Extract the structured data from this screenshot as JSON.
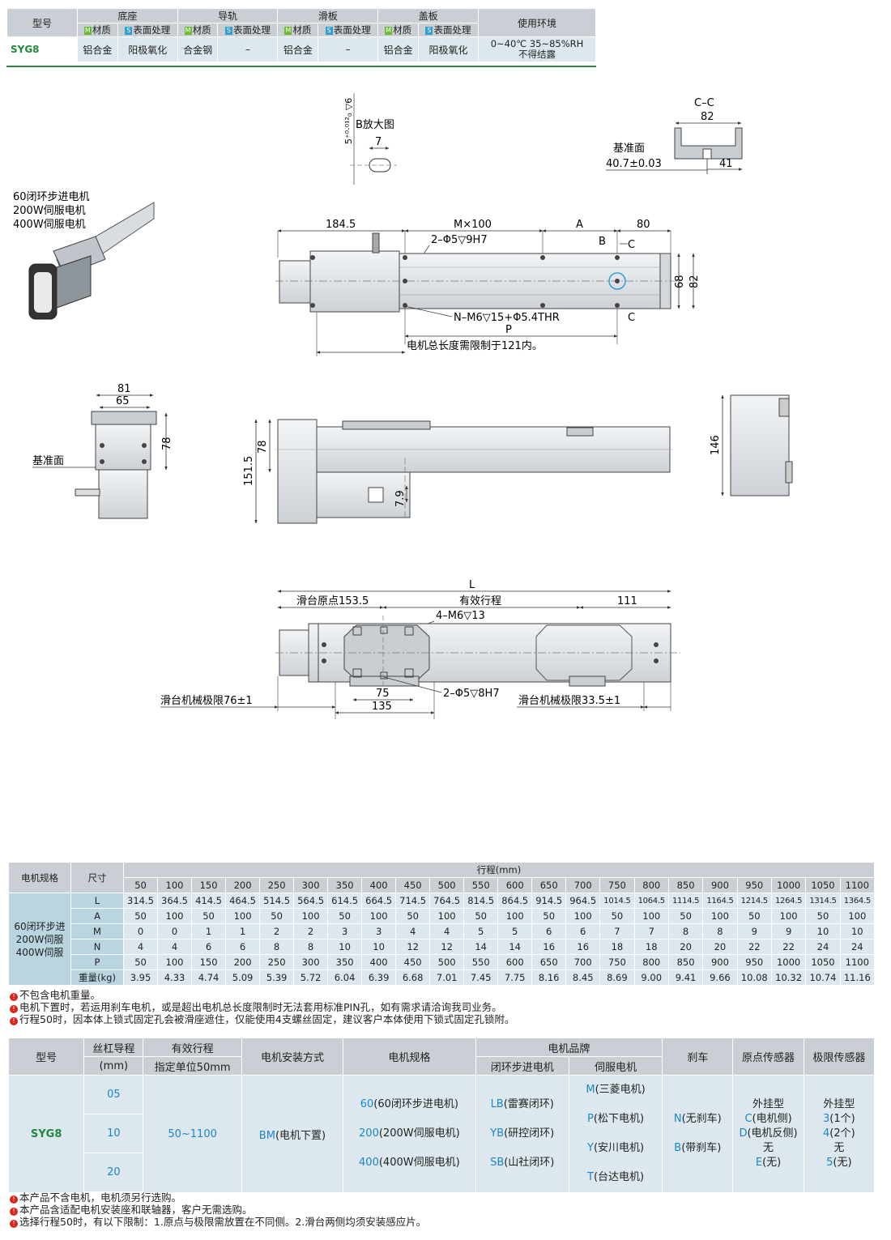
{
  "spec_table": {
    "h_model": "型号",
    "h_base": "底座",
    "h_rail": "导轨",
    "h_slider": "滑板",
    "h_cover": "盖板",
    "h_env": "使用环境",
    "tag_m": "M",
    "tag_s": "S",
    "h_material": "材质",
    "h_surface": "表面处理",
    "model": "SYG8",
    "base_material": "铝合金",
    "base_surface": "阳极氧化",
    "rail_material": "合金钢",
    "rail_surface": "–",
    "slider_material": "铝合金",
    "slider_surface": "–",
    "cover_material": "铝合金",
    "cover_surface": "阳极氧化",
    "env_line1": "0~40℃  35~85%RH",
    "env_line2": "不得结露"
  },
  "drawing": {
    "b_detail_title": "B放大图",
    "b_dim_7": "7",
    "b_dim_tol": "5⁺⁰·⁰¹²₀ ▽6",
    "cc_title": "C–C",
    "cc_82": "82",
    "cc_ref": "基准面",
    "cc_407": "40.7±0.03",
    "cc_41": "41",
    "motor_label_1": "60闭环步进电机",
    "motor_label_2": "200W伺服电机",
    "motor_label_3": "400W伺服电机",
    "top_1845": "184.5",
    "top_m100": "M×100",
    "top_a": "A",
    "top_80": "80",
    "top_b": "B",
    "top_c": "C",
    "top_pin": "2–Φ5▽9H7",
    "top_68": "68",
    "top_82": "82",
    "top_thread": "N–M6▽15+Φ5.4THR",
    "top_c2": "C",
    "top_p": "P",
    "top_limit_note": "电机总长度需限制于121内。",
    "left_81": "81",
    "left_65": "65",
    "left_78": "78",
    "left_ref": "基准面",
    "side_1515": "151.5",
    "side_78": "78",
    "side_79": "7.9",
    "right_146": "146",
    "bot_l": "L",
    "bot_origin": "滑台原点153.5",
    "bot_stroke": "有效行程",
    "bot_111": "111",
    "bot_m6": "4–M6▽13",
    "bot_75": "75",
    "bot_pin": "2–Φ5▽8H7",
    "bot_135": "135",
    "bot_limit_left": "滑台机械极限76±1",
    "bot_limit_right": "滑台机械极限33.5±1"
  },
  "stroke_table": {
    "h_motor": "电机规格",
    "h_size": "尺寸",
    "h_stroke": "行程(mm)",
    "strokes": [
      "50",
      "100",
      "150",
      "200",
      "250",
      "300",
      "350",
      "400",
      "450",
      "500",
      "550",
      "600",
      "650",
      "700",
      "750",
      "800",
      "850",
      "900",
      "950",
      "1000",
      "1050",
      "1100"
    ],
    "motor_1": "60闭环步进",
    "motor_2": "200W伺服",
    "motor_3": "400W伺服",
    "rows": [
      {
        "label": "L",
        "values": [
          "314.5",
          "364.5",
          "414.5",
          "464.5",
          "514.5",
          "564.5",
          "614.5",
          "664.5",
          "714.5",
          "764.5",
          "814.5",
          "864.5",
          "914.5",
          "964.5",
          "1014.5",
          "1064.5",
          "1114.5",
          "1164.5",
          "1214.5",
          "1264.5",
          "1314.5",
          "1364.5"
        ]
      },
      {
        "label": "A",
        "values": [
          "50",
          "100",
          "50",
          "100",
          "50",
          "100",
          "50",
          "100",
          "50",
          "100",
          "50",
          "100",
          "50",
          "100",
          "50",
          "100",
          "50",
          "100",
          "50",
          "100",
          "50",
          "100"
        ]
      },
      {
        "label": "M",
        "values": [
          "0",
          "0",
          "1",
          "1",
          "2",
          "2",
          "3",
          "3",
          "4",
          "4",
          "5",
          "5",
          "6",
          "6",
          "7",
          "7",
          "8",
          "8",
          "9",
          "9",
          "10",
          "10"
        ]
      },
      {
        "label": "N",
        "values": [
          "4",
          "4",
          "6",
          "6",
          "8",
          "8",
          "10",
          "10",
          "12",
          "12",
          "14",
          "14",
          "16",
          "16",
          "18",
          "18",
          "20",
          "20",
          "22",
          "22",
          "24",
          "24"
        ]
      },
      {
        "label": "P",
        "values": [
          "50",
          "100",
          "150",
          "200",
          "250",
          "300",
          "350",
          "400",
          "450",
          "500",
          "550",
          "600",
          "650",
          "700",
          "750",
          "800",
          "850",
          "900",
          "950",
          "1000",
          "1050",
          "1100"
        ]
      },
      {
        "label": "重量(kg)",
        "values": [
          "3.95",
          "4.33",
          "4.74",
          "5.09",
          "5.39",
          "5.72",
          "6.04",
          "6.39",
          "6.68",
          "7.01",
          "7.45",
          "7.75",
          "8.16",
          "8.45",
          "8.69",
          "9.00",
          "9.41",
          "9.66",
          "10.08",
          "10.32",
          "10.74",
          "11.16"
        ]
      }
    ]
  },
  "notes_1": [
    "不包含电机重量。",
    "电机下置时，若运用刹车电机，或是超出电机总长度限制时无法套用标准PIN孔，如有需求请洽询我司业务。",
    "行程50时，因本体上锁式固定孔会被滑座遮住，仅能使用4支螺丝固定，建议客户本体使用下锁式固定孔锁附。"
  ],
  "order_table": {
    "h_model": "型号",
    "h_lead": "丝杠导程",
    "h_lead_unit": "(mm)",
    "h_stroke": "有效行程",
    "h_stroke_unit": "指定单位50mm",
    "h_mount": "电机安装方式",
    "h_motor": "电机规格",
    "h_brand": "电机品牌",
    "h_brand_step": "闭环步进电机",
    "h_brand_servo": "伺服电机",
    "h_brake": "刹车",
    "h_origin": "原点传感器",
    "h_limit": "极限传感器",
    "model": "SYG8",
    "leads": [
      "05",
      "10",
      "20"
    ],
    "stroke_range": "50~1100",
    "mount_code": "BM",
    "mount_text": "(电机下置)",
    "motors": [
      {
        "code": "60",
        "text": "(60闭环步进电机)"
      },
      {
        "code": "200",
        "text": "(200W伺服电机)"
      },
      {
        "code": "400",
        "text": "(400W伺服电机)"
      }
    ],
    "step_brands": [
      {
        "code": "LB",
        "text": "(雷赛闭环)"
      },
      {
        "code": "YB",
        "text": "(研控闭环)"
      },
      {
        "code": "SB",
        "text": "(山社闭环)"
      }
    ],
    "servo_brands": [
      {
        "code": "M",
        "text": "(三菱电机)"
      },
      {
        "code": "P",
        "text": "(松下电机)"
      },
      {
        "code": "Y",
        "text": "(安川电机)"
      },
      {
        "code": "T",
        "text": "(台达电机)"
      }
    ],
    "brakes": [
      {
        "code": "N",
        "text": "(无刹车)"
      },
      {
        "code": "B",
        "text": "(带刹车)"
      }
    ],
    "origin_title": "外挂型",
    "origin_opts": [
      {
        "code": "C",
        "text": "(电机侧)"
      },
      {
        "code": "D",
        "text": "(电机反侧)"
      },
      {
        "code": "",
        "text": "无"
      },
      {
        "code": "E",
        "text": "(无)"
      }
    ],
    "limit_title": "外挂型",
    "limit_opts": [
      {
        "code": "3",
        "text": "(1个)"
      },
      {
        "code": "4",
        "text": "(2个)"
      },
      {
        "code": "",
        "text": "无"
      },
      {
        "code": "5",
        "text": "(无)"
      }
    ]
  },
  "notes_2": [
    "本产品不含电机，电机须另行选购。",
    "本产品含适配电机安装座和联轴器，客户无需选购。",
    "选择行程50时，有以下限制：1.原点与极限需放置在不同侧。2.滑台两侧均须安装感应片。"
  ],
  "note_mark": "!"
}
